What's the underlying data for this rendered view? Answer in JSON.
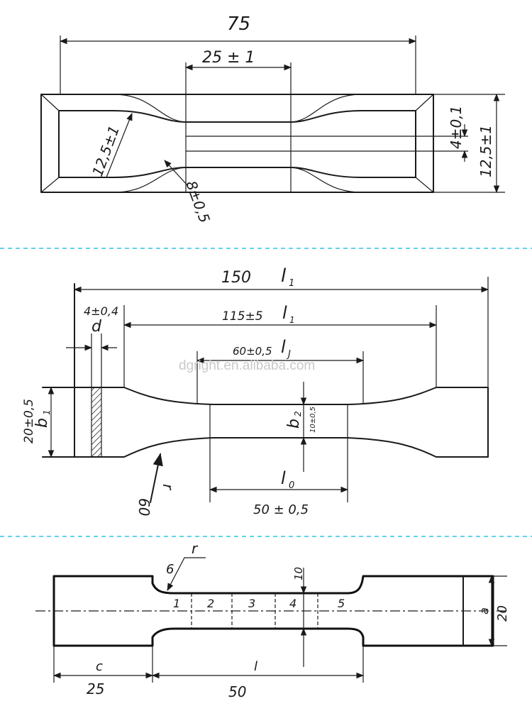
{
  "figure1": {
    "overall_length": "75",
    "narrow_length": "25 ± 1",
    "radius": "12,5±1",
    "narrow_width": "8±0,5",
    "thickness": "4±0,1",
    "end_width": "12,5±1"
  },
  "figure2": {
    "overall_length": "150",
    "overall_symbol": "l",
    "overall_sub": "1",
    "grip_distance": "115±5",
    "grip_symbol": "l",
    "grip_sub": "1",
    "parallel_length": "60±0,5",
    "parallel_symbol": "l",
    "parallel_sub": "J",
    "thickness": "4±0,4",
    "thickness_symbol": "d",
    "end_width": "20±0,5",
    "end_width_symbol": "b",
    "end_width_sub": "1",
    "narrow_width_symbol": "b",
    "narrow_width_sub": "2",
    "narrow_width": "10±0,5",
    "gauge_symbol": "l",
    "gauge_sub": "0",
    "gauge_length": "50 ± 0,5",
    "radius_value": "60",
    "radius_symbol": "r"
  },
  "figure3": {
    "radius_symbol": "r",
    "radius_value": "6",
    "narrow_width": "10",
    "gauge_marks": [
      "1",
      "2",
      "3",
      "4",
      "5"
    ],
    "width_symbol": "a",
    "width": "20",
    "grip_symbol": "c",
    "grip_length": "25",
    "gauge_symbol": "l",
    "gauge_length": "50"
  },
  "watermark": "dgright.en.alibaba.com",
  "colors": {
    "separator": "#31c3e0",
    "ink": "#1a1a1a",
    "watermark": "#c9c9c9"
  }
}
